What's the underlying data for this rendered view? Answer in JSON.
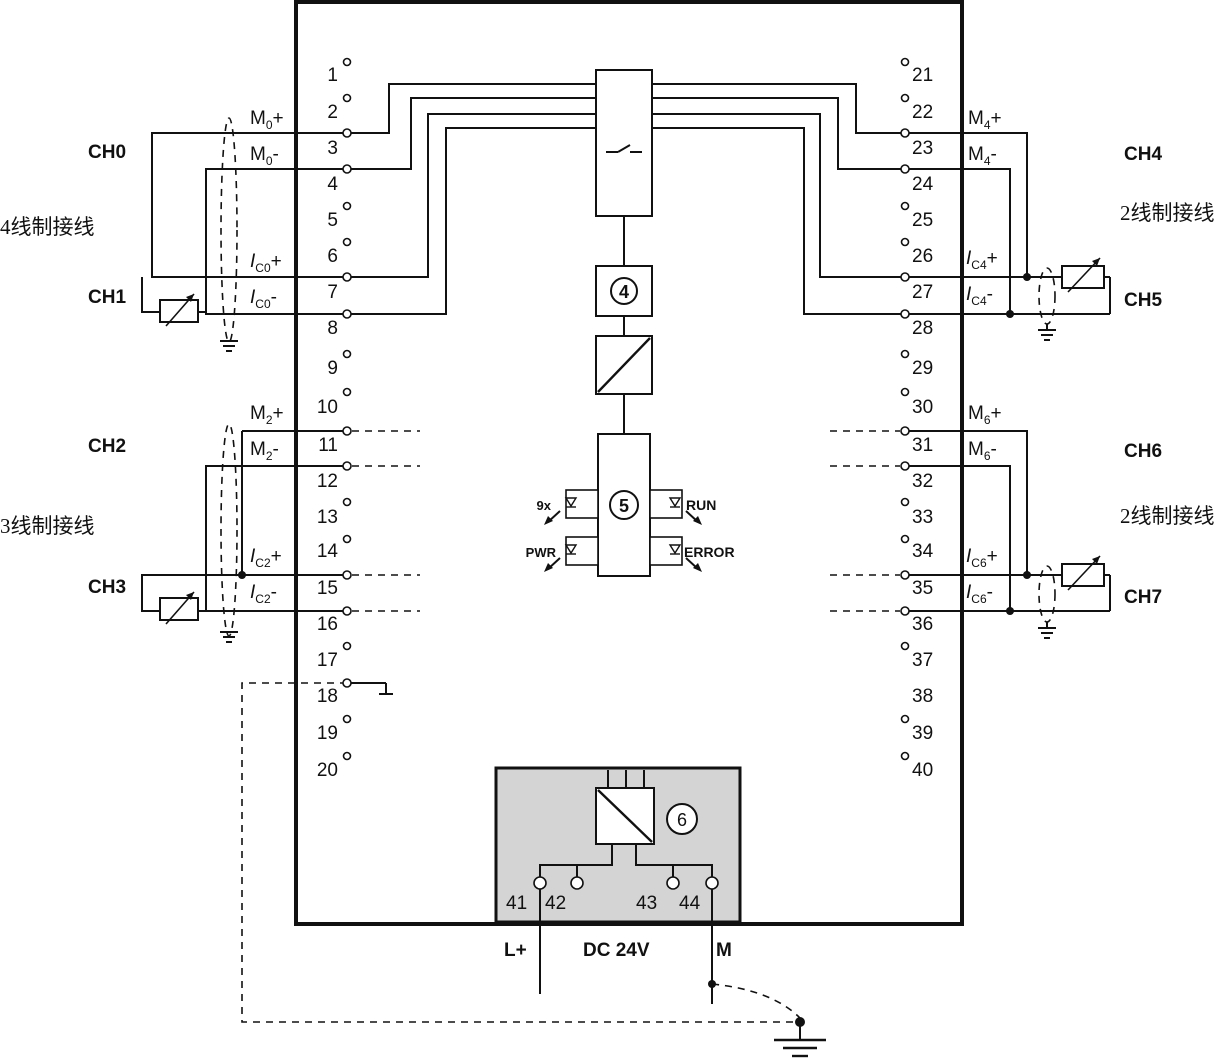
{
  "terminals_left": [
    "1",
    "2",
    "3",
    "4",
    "5",
    "6",
    "7",
    "8",
    "9",
    "10",
    "11",
    "12",
    "13",
    "14",
    "15",
    "16",
    "17",
    "18",
    "19",
    "20"
  ],
  "terminals_right": [
    "21",
    "22",
    "23",
    "24",
    "25",
    "26",
    "27",
    "28",
    "29",
    "30",
    "31",
    "32",
    "33",
    "34",
    "35",
    "36",
    "37",
    "38",
    "39",
    "40"
  ],
  "channels": {
    "ch0": "CH0",
    "ch1": "CH1",
    "ch2": "CH2",
    "ch3": "CH3",
    "ch4": "CH4",
    "ch5": "CH5",
    "ch6": "CH6",
    "ch7": "CH7"
  },
  "wiring_labels": {
    "left_top": "4线制接线",
    "left_bottom": "3线制接线",
    "right_top": "2线制接线",
    "right_bottom": "2线制接线"
  },
  "signals": {
    "m0p": {
      "base": "M",
      "sub": "0",
      "sign": "+"
    },
    "m0m": {
      "base": "M",
      "sub": "0",
      "sign": "-"
    },
    "ic0p": {
      "base": "I",
      "sub": "C0",
      "sign": "+"
    },
    "ic0m": {
      "base": "I",
      "sub": "C0",
      "sign": "-"
    },
    "m2p": {
      "base": "M",
      "sub": "2",
      "sign": "+"
    },
    "m2m": {
      "base": "M",
      "sub": "2",
      "sign": "-"
    },
    "ic2p": {
      "base": "I",
      "sub": "C2",
      "sign": "+"
    },
    "ic2m": {
      "base": "I",
      "sub": "C2",
      "sign": "-"
    },
    "m4p": {
      "base": "M",
      "sub": "4",
      "sign": "+"
    },
    "m4m": {
      "base": "M",
      "sub": "4",
      "sign": "-"
    },
    "ic4p": {
      "base": "I",
      "sub": "C4",
      "sign": "+"
    },
    "ic4m": {
      "base": "I",
      "sub": "C4",
      "sign": "-"
    },
    "m6p": {
      "base": "M",
      "sub": "6",
      "sign": "+"
    },
    "m6m": {
      "base": "M",
      "sub": "6",
      "sign": "-"
    },
    "ic6p": {
      "base": "I",
      "sub": "C6",
      "sign": "+"
    },
    "ic6m": {
      "base": "I",
      "sub": "C6",
      "sign": "-"
    }
  },
  "blocks": {
    "block4": "4",
    "block5": "5",
    "block6": "6"
  },
  "leds": {
    "diag": "9x",
    "pwr": "PWR",
    "run": "RUN",
    "error": "ERROR"
  },
  "power": {
    "t41": "41",
    "t42": "42",
    "t43": "43",
    "t44": "44",
    "lplus": "L+",
    "supply": "DC 24V",
    "m": "M"
  }
}
